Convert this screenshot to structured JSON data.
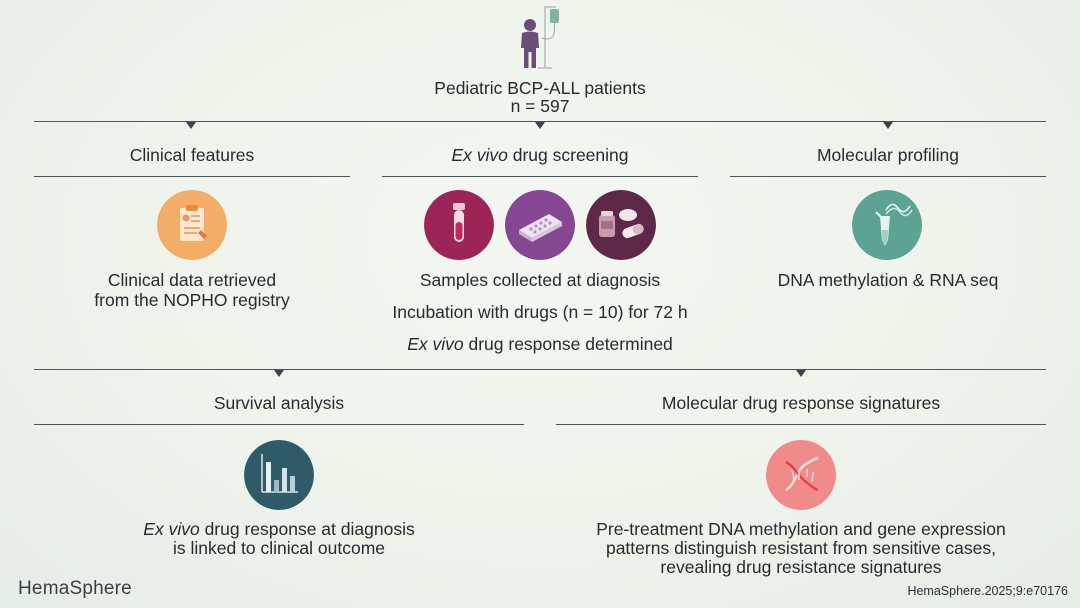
{
  "top": {
    "title": "Pediatric BCP-ALL patients",
    "count": "n = 597"
  },
  "columns": {
    "clinical": {
      "header": "Clinical features",
      "line1": "Clinical data retrieved",
      "line2": "from the NOPHO registry"
    },
    "screening": {
      "header_em": "Ex vivo",
      "header_rest": " drug screening",
      "step1": "Samples collected at diagnosis",
      "step2": "Incubation with drugs (n = 10) for 72 h",
      "step3_em": "Ex vivo",
      "step3_rest": " drug response determined"
    },
    "molecular": {
      "header": "Molecular profiling",
      "line1": "DNA methylation & RNA seq"
    }
  },
  "bottom": {
    "survival": {
      "header": "Survival analysis",
      "line1_em": "Ex vivo",
      "line1_rest": " drug response at diagnosis",
      "line2": "is linked to clinical outcome"
    },
    "signatures": {
      "header": "Molecular drug response signatures",
      "line1": "Pre-treatment DNA methylation and gene expression",
      "line2": "patterns distinguish resistant from sensitive cases,",
      "line3": "revealing drug resistance signatures"
    }
  },
  "footer": {
    "brand": "HemaSphere",
    "citation": "HemaSphere.2025;9:e70176"
  },
  "colors": {
    "clinical_icon": "#f2a25a",
    "tube_icon": "#9c2457",
    "plate_icon": "#7b3b87",
    "pills_icon": "#5e2848",
    "dna_seq_icon": "#4f9a8c",
    "survival_icon": "#2f5a68",
    "signature_icon": "#ef7a7f",
    "patient_figure": "#6b4d7a"
  }
}
